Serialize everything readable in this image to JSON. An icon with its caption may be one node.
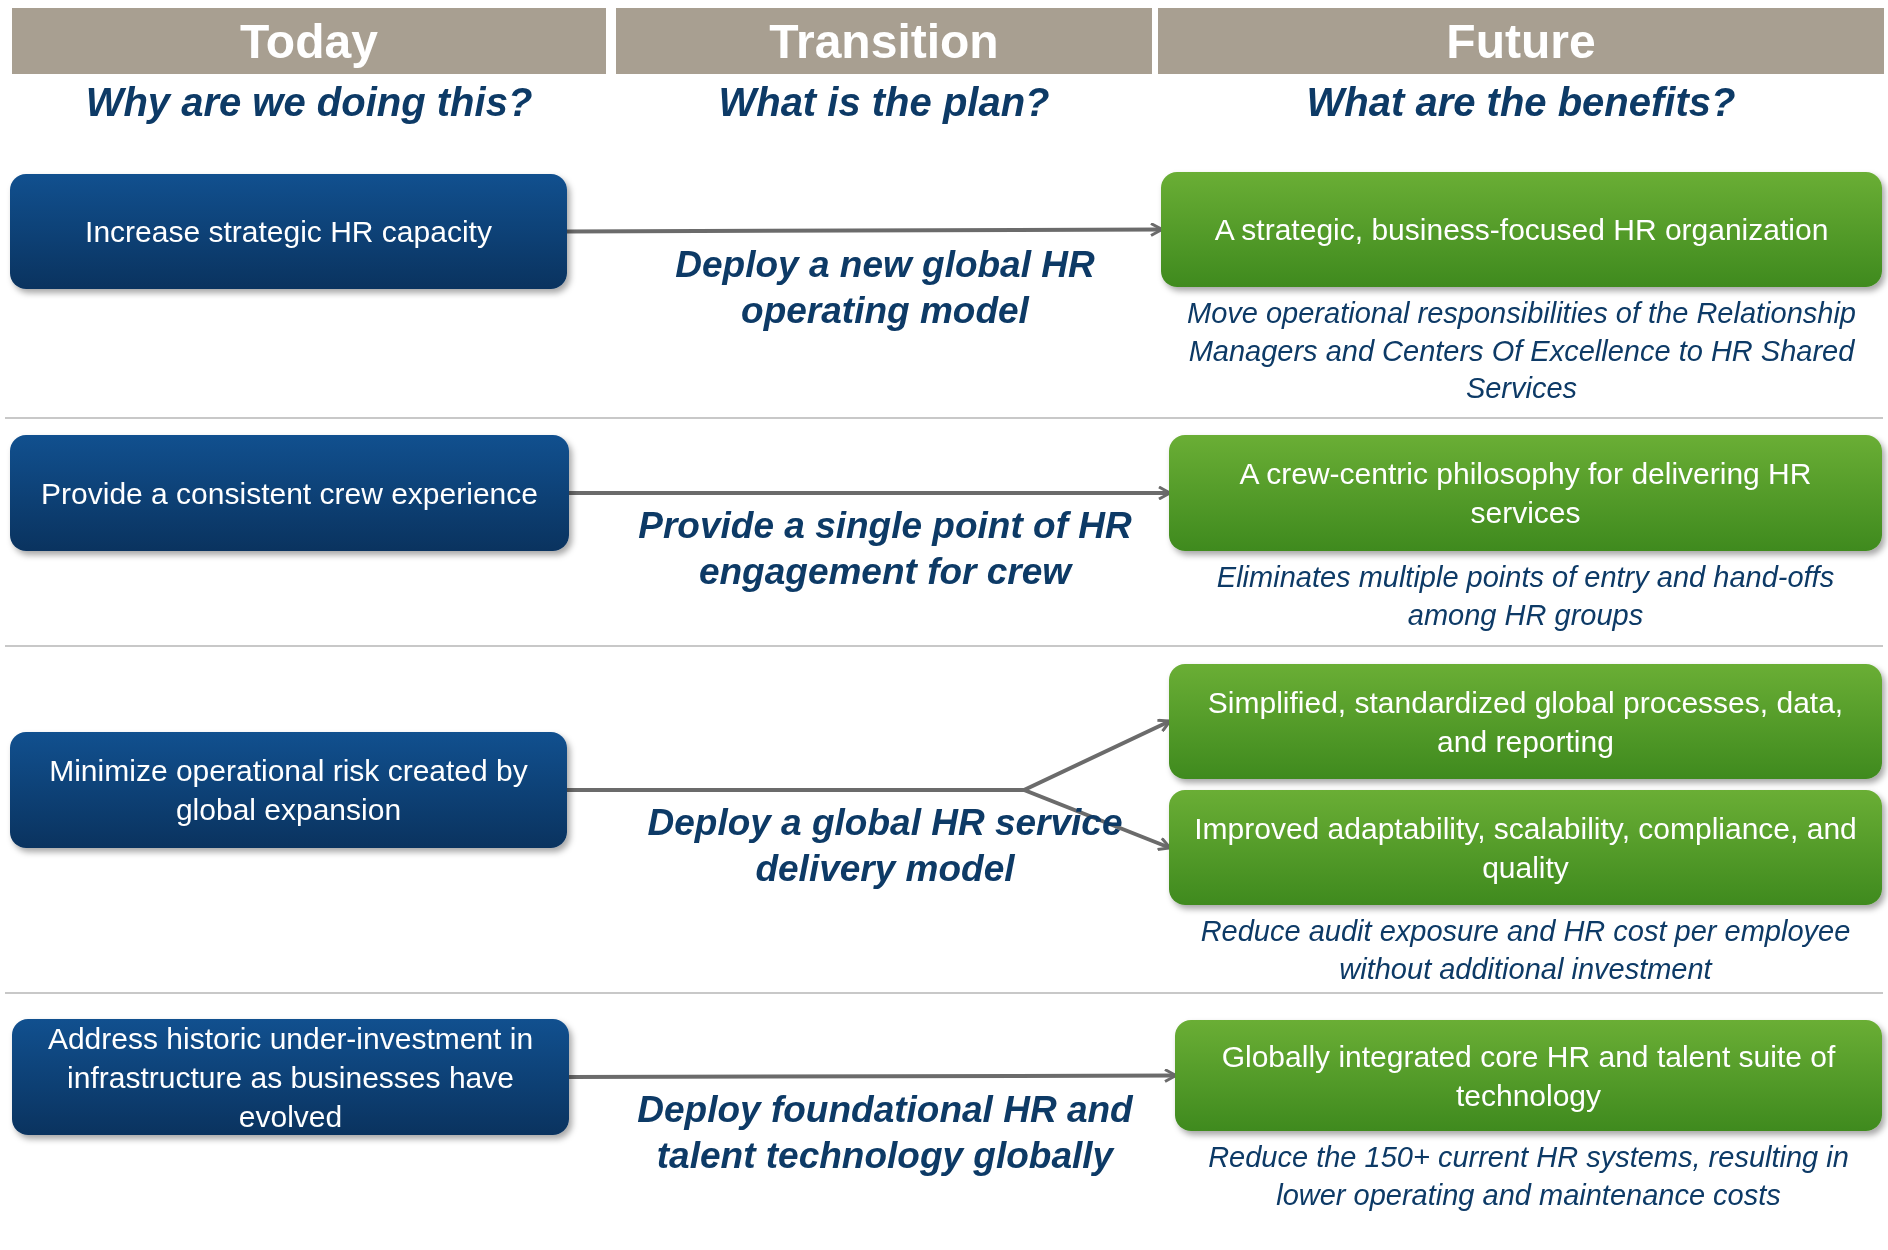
{
  "diagram": {
    "nodes": [
      {
        "text": [
          "Increase strategic HR capacity"
        ]
      },
      {
        "text": [
          "A strategic, business-focused HR organization"
        ],
        "beside": [
          "Move operational responsibilities of the Relationship Managers and Centers Of Excellence to HR Shared Services"
        ]
      },
      {
        "text": [
          "Provide a consistent crew experience"
        ]
      },
      {
        "text": [
          "A crew-centric philosophy for delivering HR services"
        ],
        "beside": [
          "Eliminates multiple points of entry and hand-offs among HR groups"
        ]
      },
      {
        "text": [
          "Minimize operational risk created by global expansion"
        ]
      },
      {
        "text": [
          "Simplified, standardized global processes, data, and reporting"
        ]
      },
      {
        "text": [
          "Improved adaptability, scalability, compliance, and quality"
        ],
        "beside": [
          "Reduce audit exposure and HR cost per employee without additional investment"
        ]
      },
      {
        "text": [
          "Address historic under-investment in infrastructure as businesses have evolved"
        ]
      },
      {
        "text": [
          "Globally integrated core HR and talent suite of technology"
        ],
        "beside": [
          "Reduce the 150+ current HR systems, resulting in lower operating and maintenance costs"
        ]
      }
    ],
    "edges": [
      {
        "from": 0,
        "to": 1,
        "arrow": "to",
        "label": "Deploy a new global HR operating model"
      },
      {
        "from": 2,
        "to": 3,
        "arrow": "to",
        "label": "Provide a single point of HR engagement for crew"
      },
      {
        "from": 4,
        "to": 5,
        "arrow": "to",
        "label": "Deploy a global HR service delivery model"
      },
      {
        "from": 4,
        "to": 6,
        "arrow": "to"
      },
      {
        "from": 7,
        "to": 8,
        "arrow": "to",
        "label": "Deploy foundational HR and talent technology globally"
      }
    ],
    "labels": [
      "Today",
      "Transition",
      "Future",
      "Why are we doing this?",
      "What is the plan?",
      "What are the benefits?"
    ]
  }
}
